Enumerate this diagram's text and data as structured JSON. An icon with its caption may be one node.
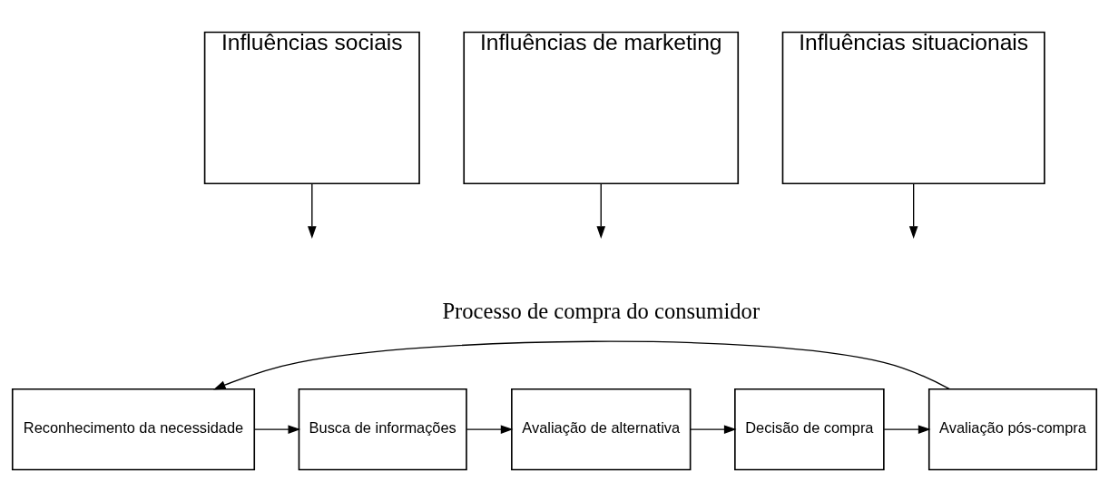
{
  "diagram": {
    "nodes": [
      {
        "text": [
          "Influências sociais"
        ]
      },
      {
        "text": [
          "Influências de marketing"
        ]
      },
      {
        "text": [
          "Influências situacionais"
        ]
      },
      {
        "text": [
          "Reconhecimento da necessidade"
        ]
      },
      {
        "text": [
          "Busca de informações"
        ]
      },
      {
        "text": [
          "Avaliação de alternativa"
        ]
      },
      {
        "text": [
          "Decisão de compra"
        ]
      },
      {
        "text": [
          "Avaliação pós-compra"
        ]
      }
    ],
    "edges": [
      {
        "from": 0,
        "to": null,
        "arrow": "to"
      },
      {
        "from": 1,
        "to": null,
        "arrow": "to"
      },
      {
        "from": 2,
        "to": null,
        "arrow": "to"
      },
      {
        "from": 3,
        "to": 4,
        "arrow": "to"
      },
      {
        "from": 4,
        "to": 5,
        "arrow": "to"
      },
      {
        "from": 5,
        "to": 6,
        "arrow": "to"
      },
      {
        "from": 6,
        "to": 7,
        "arrow": "to"
      },
      {
        "from": 7,
        "to": 3,
        "arrow": "to"
      }
    ],
    "labels": [
      "Processo de compra do consumidor"
    ]
  }
}
